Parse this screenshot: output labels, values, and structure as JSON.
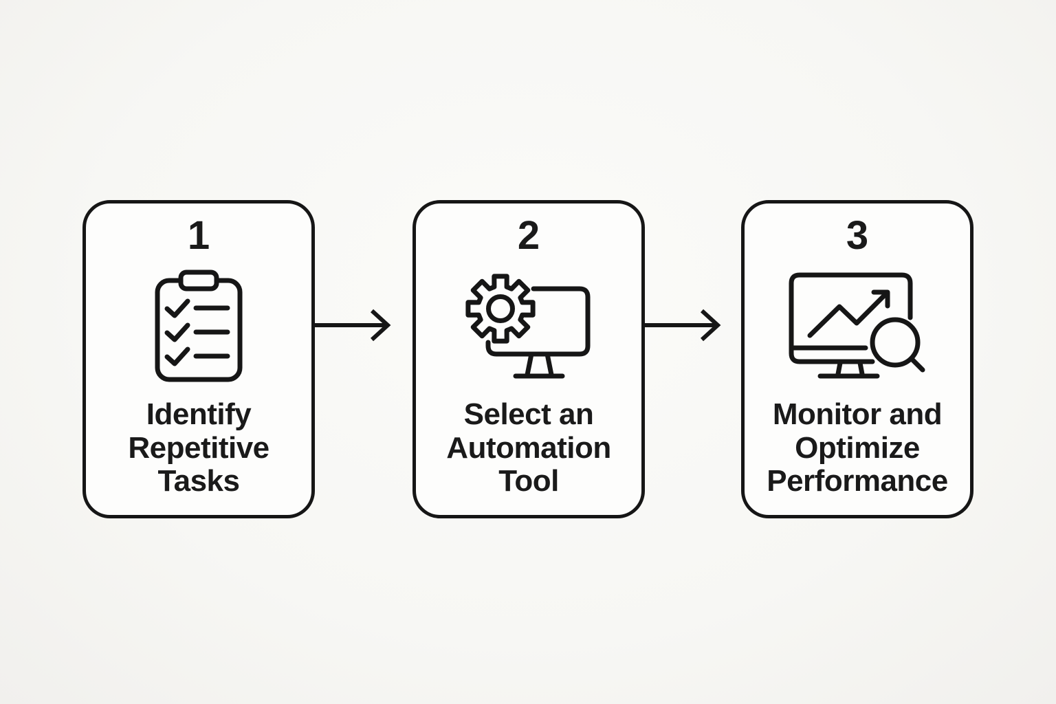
{
  "diagram": {
    "type": "process-flow",
    "direction": "left-to-right",
    "colors": {
      "background": "#f7f7f4",
      "card_background": "#fdfdfc",
      "stroke": "#161616",
      "text": "#1a1a1a"
    },
    "steps": [
      {
        "number": "1",
        "icon": "clipboard-checklist-icon",
        "label": "Identify Repetitive Tasks",
        "lines": [
          "Identify",
          "Repetitive",
          "Tasks"
        ]
      },
      {
        "number": "2",
        "icon": "gear-monitor-icon",
        "label": "Select an Automation Tool",
        "lines": [
          "Select an",
          "Automation",
          "Tool"
        ]
      },
      {
        "number": "3",
        "icon": "monitor-chart-magnifier-icon",
        "label": "Monitor and Optimize Performance",
        "lines": [
          "Monitor and",
          "Optimize",
          "Performance"
        ]
      }
    ],
    "connectors": [
      {
        "from": "1",
        "to": "2",
        "type": "arrow-right"
      },
      {
        "from": "2",
        "to": "3",
        "type": "arrow-right"
      }
    ]
  }
}
